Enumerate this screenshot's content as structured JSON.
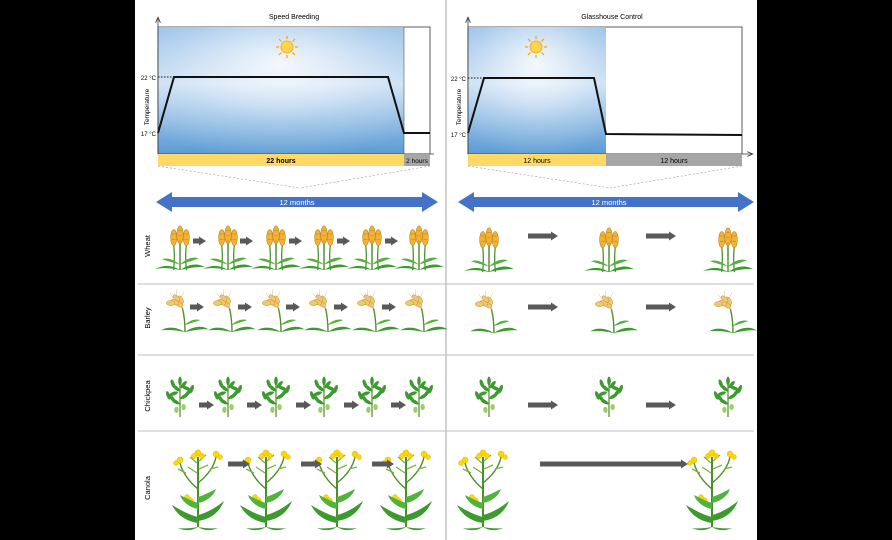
{
  "panels": {
    "speed": {
      "title": "Speed Breeding",
      "temp_high": "22 °C",
      "temp_low": "17 °C",
      "y_axis_label": "Temperature",
      "light_label": "22 hours",
      "dark_label": "2 hours",
      "span_label": "12 months"
    },
    "control": {
      "title": "Glasshouse Control",
      "temp_high": "22 °C",
      "temp_low": "17 °C",
      "y_axis_label": "Temperature",
      "light_label": "12 hours",
      "dark_label": "12 hours",
      "span_label": "12 months"
    }
  },
  "crops": {
    "wheat": "Wheat",
    "barley": "Barley",
    "chickpea": "Chickpea",
    "canola": "Canola"
  },
  "colors": {
    "day_bar": "#ffd966",
    "night_bar": "#a6a6a6",
    "month_arrow": "#4472c4",
    "step_arrow": "#595959",
    "sky_dark": "#5b9bd5",
    "sky_light": "#e6f0fa",
    "grain": "#f0b432",
    "leaf": "#3c9a2f",
    "flower": "#ffd700"
  },
  "icons": {
    "sun": "sun-icon",
    "wheat": "wheat-plant-icon",
    "barley": "barley-plant-icon",
    "chickpea": "chickpea-plant-icon",
    "canola": "canola-plant-icon",
    "step": "arrow-right-icon",
    "span": "double-arrow-icon"
  }
}
